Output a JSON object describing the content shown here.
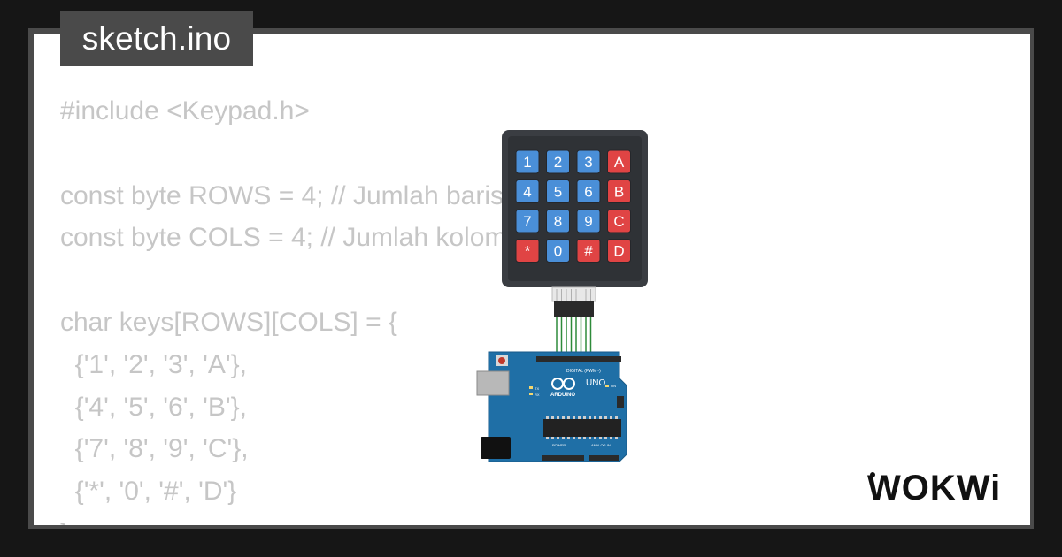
{
  "file_tab": {
    "name": "sketch.ino"
  },
  "code_lines": [
    "#include <Keypad.h>",
    "",
    "const byte ROWS = 4; // Jumlah baris",
    "const byte COLS = 4; // Jumlah kolom",
    "",
    "char keys[ROWS][COLS] = {",
    "  {'1', '2', '3', 'A'},",
    "  {'4', '5', '6', 'B'},",
    "  {'7', '8', '9', 'C'},",
    "  {'*', '0', '#', 'D'}",
    "};"
  ],
  "keypad": {
    "keys": [
      [
        {
          "label": "1",
          "color": "#4a8fd8"
        },
        {
          "label": "2",
          "color": "#4a8fd8"
        },
        {
          "label": "3",
          "color": "#4a8fd8"
        },
        {
          "label": "A",
          "color": "#e04444"
        }
      ],
      [
        {
          "label": "4",
          "color": "#4a8fd8"
        },
        {
          "label": "5",
          "color": "#4a8fd8"
        },
        {
          "label": "6",
          "color": "#4a8fd8"
        },
        {
          "label": "B",
          "color": "#e04444"
        }
      ],
      [
        {
          "label": "7",
          "color": "#4a8fd8"
        },
        {
          "label": "8",
          "color": "#4a8fd8"
        },
        {
          "label": "9",
          "color": "#4a8fd8"
        },
        {
          "label": "C",
          "color": "#e04444"
        }
      ],
      [
        {
          "label": "*",
          "color": "#e04444"
        },
        {
          "label": "0",
          "color": "#4a8fd8"
        },
        {
          "label": "#",
          "color": "#e04444"
        },
        {
          "label": "D",
          "color": "#e04444"
        }
      ]
    ]
  },
  "arduino": {
    "model": "UNO",
    "brand": "ARDUINO",
    "digital_header": "DIGITAL (PWM~)",
    "power_header": "POWER",
    "analog_header": "ANALOG IN",
    "tx_label": "TX",
    "rx_label": "RX",
    "on_label": "ON",
    "board_color": "#1f6fa6"
  },
  "wire_color": "#2e8b3a",
  "logo": {
    "text": "WOKWi"
  },
  "colors": {
    "background": "#161616",
    "frame": "#4a4a4a",
    "card": "#ffffff",
    "code_text": "#c6c6c6",
    "keypad_body": "#3a3d42"
  }
}
